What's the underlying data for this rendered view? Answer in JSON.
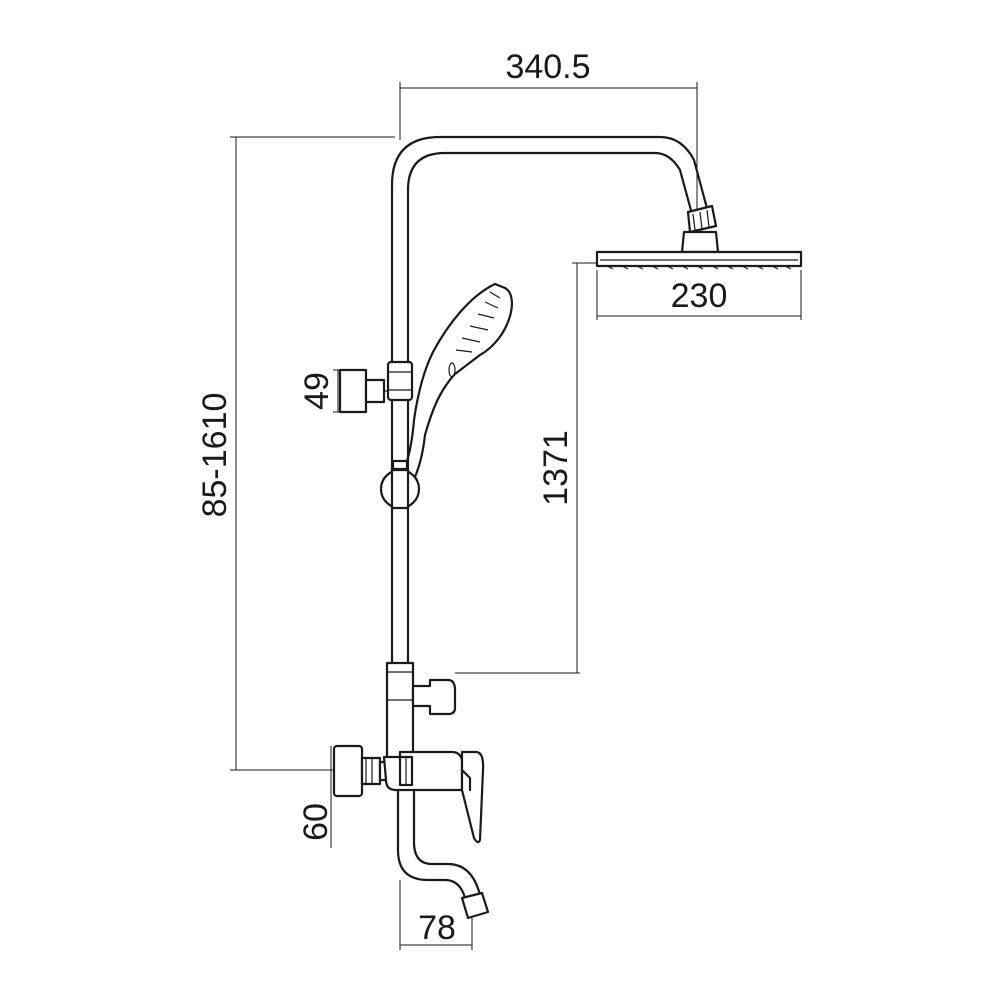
{
  "dimensions": {
    "top_width": "340.5",
    "head_diameter": "230",
    "column_height": "85-1610",
    "outlet_height": "1371",
    "bracket_size": "49",
    "inlet_size": "60",
    "spout_reach": "78"
  },
  "colors": {
    "line": "#1a1a1a",
    "background": "#ffffff"
  }
}
